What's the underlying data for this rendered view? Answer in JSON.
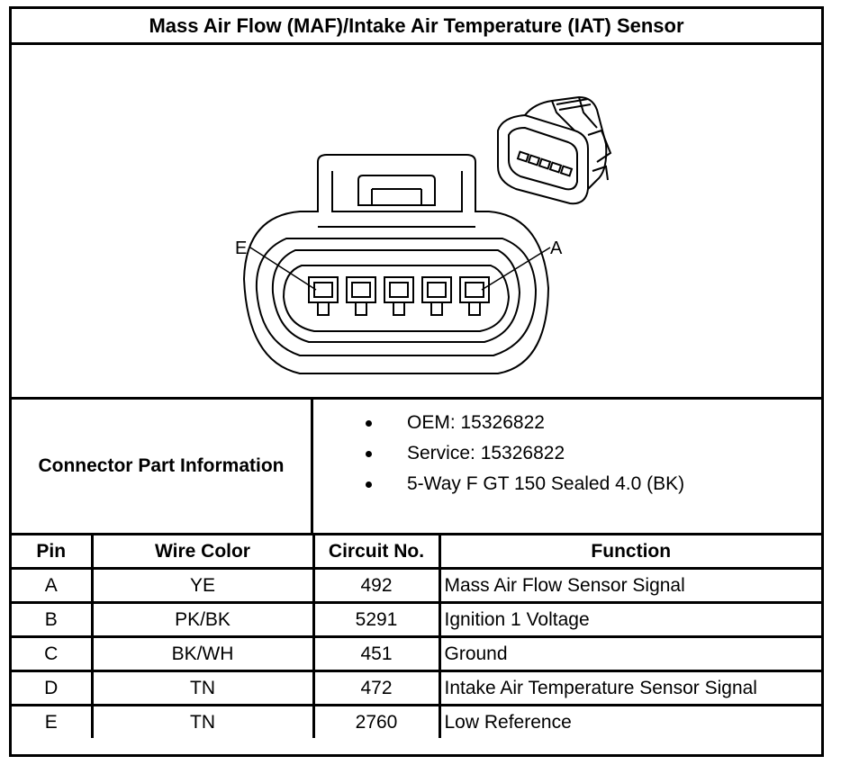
{
  "title": "Mass Air Flow (MAF)/Intake Air Temperature (IAT) Sensor",
  "diagram": {
    "label_left": "E",
    "label_right": "A",
    "pin_count": 5
  },
  "connector_info": {
    "label": "Connector Part Information",
    "items": [
      "OEM: 15326822",
      "Service: 15326822",
      "5-Way F GT 150 Sealed 4.0 (BK)"
    ]
  },
  "table": {
    "headers": [
      "Pin",
      "Wire Color",
      "Circuit No.",
      "Function"
    ],
    "rows": [
      [
        "A",
        "YE",
        "492",
        "Mass Air Flow Sensor Signal"
      ],
      [
        "B",
        "PK/BK",
        "5291",
        "Ignition 1 Voltage"
      ],
      [
        "C",
        "BK/WH",
        "451",
        "Ground"
      ],
      [
        "D",
        "TN",
        "472",
        "Intake Air Temperature Sensor Signal"
      ],
      [
        "E",
        "TN",
        "2760",
        "Low Reference"
      ]
    ]
  }
}
